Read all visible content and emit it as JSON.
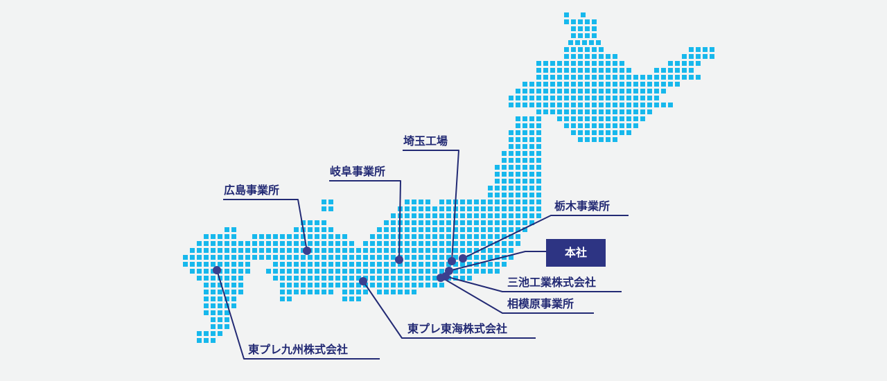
{
  "map": {
    "tile_color": "#17b8ec",
    "line_color": "#232a74",
    "marker_color": "#3b3f8f",
    "headquarters_box_color": "#2d3483"
  },
  "locations": {
    "saitama": "埼玉工場",
    "gifu": "岐阜事業所",
    "hiroshima": "広島事業所",
    "tochigi": "栃木事業所",
    "headquarters": "本社",
    "miike": "三池工業株式会社",
    "sagamihara": "相模原事業所",
    "tokai": "東プレ東海株式会社",
    "kyushu": "東プレ九州株式会社"
  }
}
